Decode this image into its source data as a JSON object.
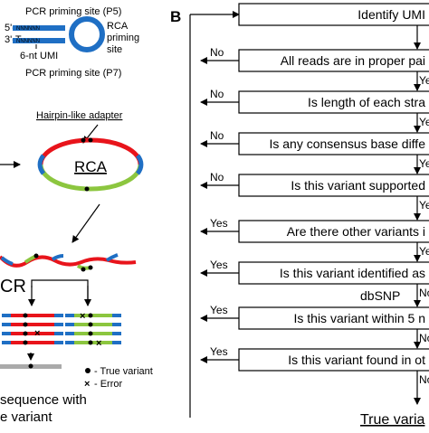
{
  "panel_a": {
    "labels": {
      "p5": "PCR priming site (P5)",
      "rca_site_1": "RCA",
      "rca_site_2": "priming",
      "rca_site_3": "site",
      "umi": "6-nt UMI",
      "p7": "PCR priming site (P7)",
      "adapter": "Hairpin-like adapter",
      "rca": "RCA",
      "pcr": "CR",
      "true_variant": "- True variant",
      "error": "- Error",
      "seq_line1": "sequence with",
      "seq_line2": "e variant",
      "strand5": "5'-",
      "strand3": "3'-T",
      "n_seq": "NNNNNN"
    }
  },
  "panel_b": {
    "label": "B",
    "steps": [
      "Identify UMI",
      "All reads are in proper pai",
      "Is length of each stra",
      "Is any consensus base diffe",
      "Is this variant supported",
      "Are there other variants i",
      "Is this variant identified as",
      "Is this variant within 5 n",
      "Is this variant found in ot"
    ],
    "dbsnp_label": "dbSNP",
    "branch_labels": [
      "No",
      "No",
      "No",
      "No",
      "Yes",
      "Yes",
      "Yes",
      "Yes"
    ],
    "continue_labels": [
      "Ye",
      "Ye",
      "Ye",
      "Ye",
      "Ye",
      "No",
      "No",
      "No"
    ],
    "result": "True varia",
    "colors": {
      "red": "#e8141b",
      "green": "#8cc63f",
      "blue": "#1f6fc4"
    }
  }
}
